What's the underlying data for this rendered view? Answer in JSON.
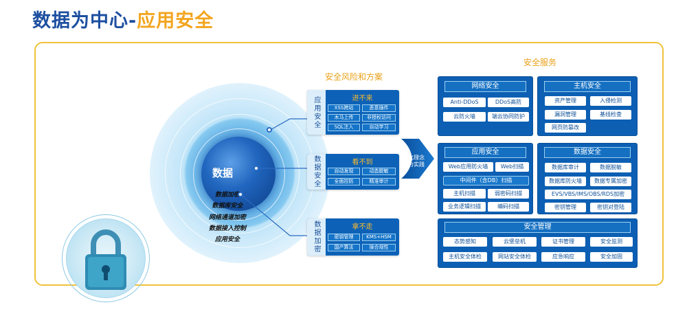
{
  "title": {
    "part1": "数据为中心-",
    "part2": "应用安全"
  },
  "data_center": {
    "core_label": "数据",
    "rings": [
      "数据加密",
      "数据库安全",
      "网络通道加密",
      "数据接入控制",
      "应用安全"
    ]
  },
  "risk_section": {
    "title": "安全风险和方案",
    "cards": [
      {
        "side": "应用安全",
        "head": "进不来",
        "chips": [
          "XSS跨站",
          "恶意插件",
          "木马上传",
          "非授权访问",
          "SQL注入",
          "自动学习"
        ]
      },
      {
        "side": "数据安全",
        "head": "看不到",
        "chips": [
          "自动发现",
          "动态脱敏",
          "全面控防",
          "精准审计"
        ]
      },
      {
        "side": "数据加密",
        "head": "拿不走",
        "chips": [
          "密钥管理",
          "KMS+HSM",
          "国产算法",
          "操合规性"
        ]
      }
    ]
  },
  "transform_arrow": {
    "line1": "化理念",
    "line2": "为实践"
  },
  "service_section": {
    "title": "安全服务",
    "panels": [
      {
        "head": "网络安全",
        "items": [
          "Anti-DDoS",
          "DDoS高防",
          "云防火墙",
          "端云协同防护"
        ]
      },
      {
        "head": "主机安全",
        "items": [
          "资产管理",
          "入侵检测",
          "漏洞管理",
          "基线检查",
          "网页防篡改"
        ]
      },
      {
        "head": "应用安全",
        "items": [
          "Web应用防火墙",
          "Web扫描",
          "中间件（含DB）扫描",
          "主机扫描",
          "弱密码扫描",
          "业务逻辑扫描",
          "编码扫描"
        ]
      },
      {
        "head": "数据安全",
        "items": [
          "数据库审计",
          "数据脱敏",
          "数据库防火墙",
          "数据专属加密",
          "EVS/VBS/IMS/OBS/RDS加密",
          "密钥管理",
          "密钥对登陆"
        ]
      },
      {
        "head": "安全管理",
        "items": [
          "态势感知",
          "云堡垒机",
          "证书管理",
          "安全监测",
          "主机安全体检",
          "网站安全体检",
          "应急响应",
          "安全加固"
        ]
      }
    ]
  },
  "colors": {
    "brand_blue": "#1d4fa0",
    "accent_orange": "#f3a51f",
    "frame_gold": "#efc23a",
    "panel_blue": "#0c5fb3"
  }
}
